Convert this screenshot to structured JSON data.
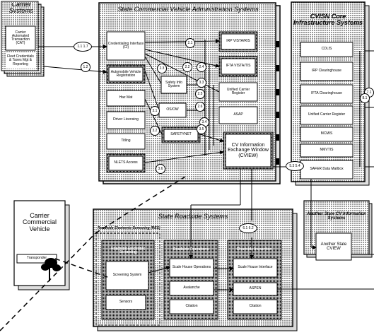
{
  "diagram": {
    "carrier_systems": {
      "title": "Carrier Systems",
      "cat": "Carrier Automated Transaction (CAT)",
      "fleet": "Fleet Credentials & Taxes Mgt & Reporting"
    },
    "state_cvo": {
      "title": "State Commercial Vehicle Administration Systems",
      "credentialing": "Credentialing Interface (CI)",
      "registration": "Automobile Vehicle Registration",
      "haz_mat": "Haz Mat",
      "driver_licensing": "Driver Licensing",
      "titling": "Titling",
      "nlets": "NLETS Access",
      "safety_info": "Safety Info System",
      "os_ow": "OS/OW",
      "safetynet": "SAFETYNET",
      "irp": "IRP VISTA/RIS",
      "ifta": "IFTA VISTA/TIS",
      "ucr": "Unified Carrier Register",
      "asap": "ASAP",
      "cview": "CV Information Exchange Window (CVIEW)"
    },
    "cvisn": {
      "title": "CVISN Core Infrastructure Systems",
      "cdls": "CDLIS",
      "irp": "IRP Clearinghouse",
      "ifta": "IFTA Clearinghouse",
      "ucr": "Unified Carrier Register",
      "mcmis": "MCMIS",
      "nmvtis": "NMVTIS",
      "safer": "SAFER Data Mailbox"
    },
    "another_state": {
      "title": "Another State CV Information Systems",
      "cview": "Another State CVIEW"
    },
    "carrier_vehicle": {
      "title": "Carrier Commercial Vehicle",
      "transponder": "Transponder"
    },
    "roadside": {
      "title": "State Roadside Systems",
      "res_title": "Roadside Electronic Screening (RES)",
      "res_header": "Roadside Electronic Screening",
      "screening": "Screening System",
      "sensors": "Sensors",
      "ops_header": "Roadside Operations",
      "scale_ops": "Scale House Operations",
      "avalanche": "Avalanche",
      "citation": "Citation",
      "inspection_header": "Roadside Inspection",
      "scale_iface": "Scale House Interface",
      "aspen": "ASPEN",
      "citation2": "Citation"
    },
    "flow_labels": {
      "f11": "1.1  1.7",
      "f12": "1.2",
      "f21": "2.1",
      "f22": "2.2",
      "f23": "2.3",
      "f24": "2.4",
      "f25": "2.5",
      "f26": "2.6",
      "f31": "3.1",
      "f32": "3.2",
      "f33": "3.3",
      "f34": "3.4",
      "f35": "3.5",
      "f36": "3.6",
      "f53": "5.3  5.4",
      "f61": "6.1  6.2",
      "f71": "7.1",
      "f81": "8.1"
    }
  }
}
